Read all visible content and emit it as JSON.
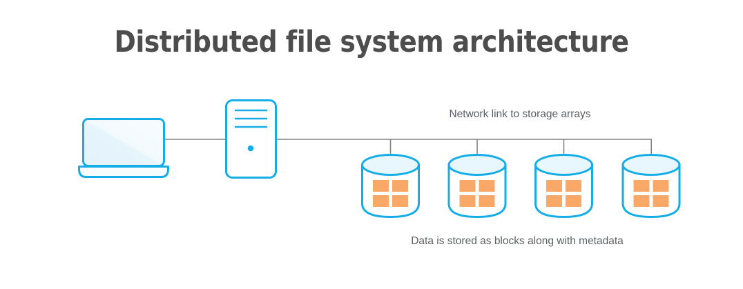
{
  "page": {
    "title": "Distributed file system architecture",
    "background_color": "#ffffff"
  },
  "palette": {
    "title_color": "#4d4d4d",
    "caption_color": "#5b5f63",
    "accent_cyan": "#14ade8",
    "accent_cyan_light": "#e8f6fd",
    "screen_fill_top": "#f4fbfe",
    "screen_fill_bottom": "#e4f3fb",
    "block_orange": "#f9a868",
    "link_gray": "#808285"
  },
  "captions": {
    "network_link": "Network link to storage arrays",
    "data_blocks": "Data is stored as blocks along with metadata"
  },
  "nodes": {
    "client": {
      "name": "laptop",
      "icon": "laptop-icon"
    },
    "server": {
      "name": "server-tower",
      "icon": "server-tower-icon",
      "vent_lines": 3,
      "power_led": true
    },
    "storage_arrays": [
      {
        "name": "storage-array-1",
        "icon": "database-cylinder-icon",
        "blocks": 4
      },
      {
        "name": "storage-array-2",
        "icon": "database-cylinder-icon",
        "blocks": 4
      },
      {
        "name": "storage-array-3",
        "icon": "database-cylinder-icon",
        "blocks": 4
      },
      {
        "name": "storage-array-4",
        "icon": "database-cylinder-icon",
        "blocks": 4
      }
    ]
  },
  "connections": {
    "client_to_server": "link-laptop-to-server",
    "server_to_bus": "link-server-to-bus",
    "bus": "network-bus-line",
    "drops": [
      "drop-line-array-1",
      "drop-line-array-2",
      "drop-line-array-3",
      "drop-line-array-4"
    ]
  }
}
